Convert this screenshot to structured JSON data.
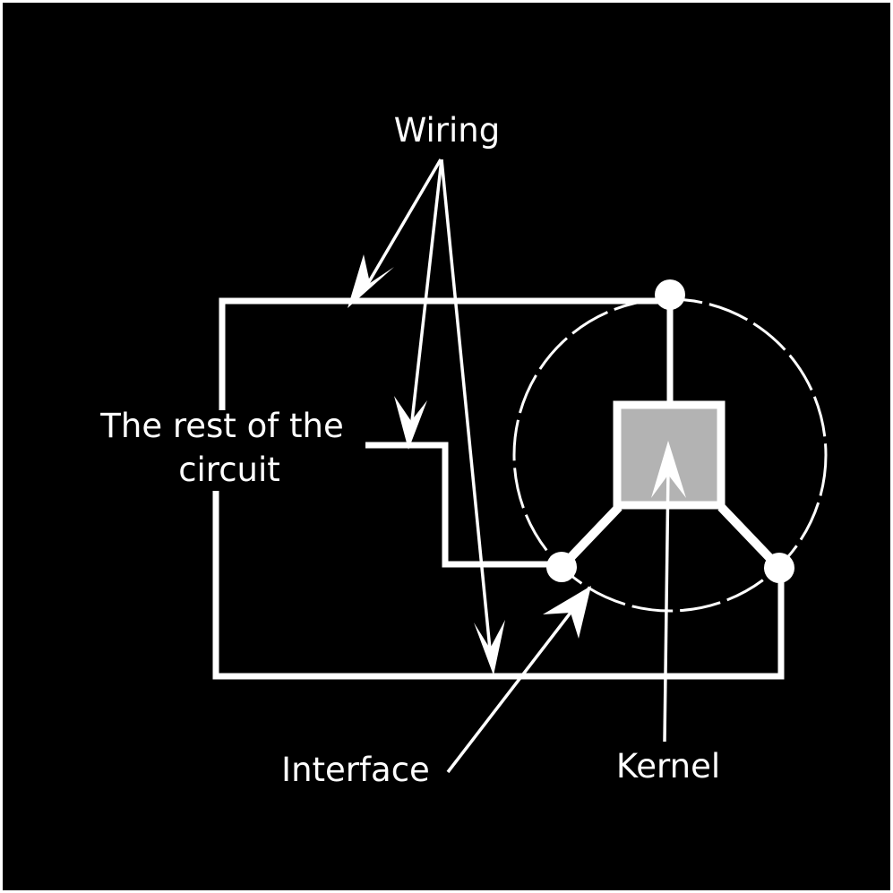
{
  "labels": {
    "wiring": "Wiring",
    "rest_line1": "The rest of the",
    "rest_line2": "circuit",
    "interface": "Interface",
    "kernel": "Kernel"
  },
  "colors": {
    "background": "#000000",
    "frame": "#ffffff",
    "stroke": "#ffffff",
    "kernel_fill": "#b3b3b3"
  }
}
